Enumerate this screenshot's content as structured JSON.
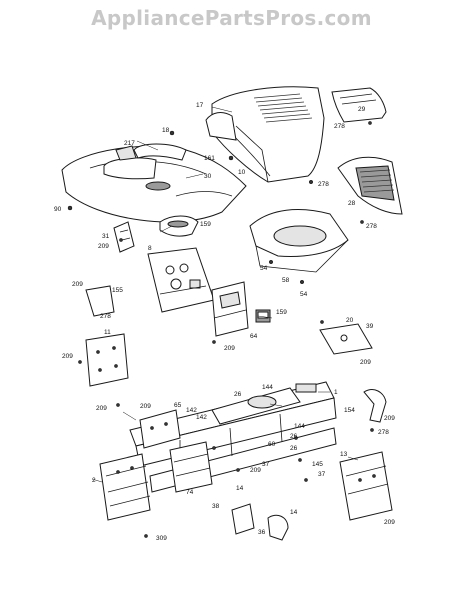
{
  "watermark": "AppliancePartsPros.com",
  "part_labels": [
    "17",
    "29",
    "278",
    "217",
    "18",
    "161",
    "10",
    "30",
    "278",
    "28",
    "90",
    "278",
    "159",
    "31",
    "209",
    "8",
    "54",
    "58",
    "54",
    "209",
    "155",
    "278",
    "159",
    "209",
    "64",
    "20",
    "39",
    "11",
    "209",
    "209",
    "26",
    "144",
    "1",
    "209",
    "142",
    "65",
    "142",
    "209",
    "154",
    "209",
    "278",
    "60",
    "144",
    "26",
    "26",
    "37",
    "13",
    "2",
    "74",
    "209",
    "145",
    "37",
    "309",
    "14",
    "38",
    "36",
    "14",
    "209"
  ]
}
